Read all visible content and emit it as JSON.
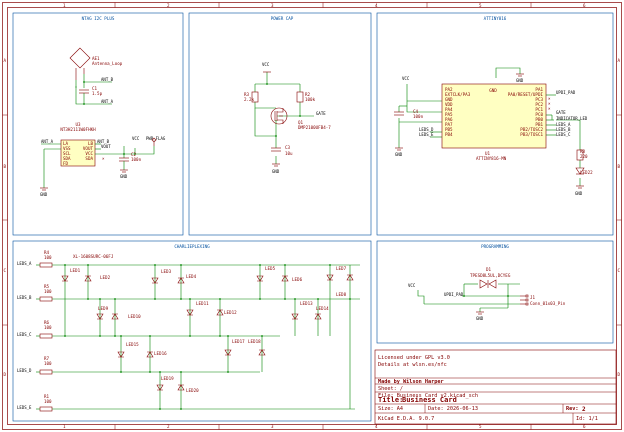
{
  "frame": {
    "col_labels": [
      "1",
      "2",
      "3",
      "4",
      "5",
      "6"
    ],
    "row_labels": [
      "A",
      "B",
      "C",
      "D"
    ]
  },
  "panels": {
    "ntag": {
      "title": "NTAG I2C PLUS",
      "ae1_ref": "AE1",
      "ae1_val": "Antenna_Loop",
      "c1_ref": "C1",
      "c1_val": "1.5p",
      "ant_b": "ANT_B",
      "ant_a": "ANT_A",
      "u3_ref": "U3",
      "u3_val": "NT3H2111W0FHKH",
      "u3_pins_left": [
        "LA",
        "VSS",
        "SCL",
        "SDA",
        "FD"
      ],
      "u3_pins_right": [
        "LB",
        "VOUT",
        "VCC",
        "SDA"
      ],
      "ant_a_label": "ANT_A",
      "ant_b_label": "ANT_B",
      "vcc": "VCC",
      "pwr_flag": "PWR_FLAG",
      "c2_ref": "C2",
      "c2_val": "100n",
      "gnd1": "GND",
      "gnd2": "GND"
    },
    "power": {
      "title": "POWER CAP",
      "vcc": "VCC",
      "r3_ref": "R3",
      "r3_val": "2.2k",
      "r2_ref": "R2",
      "r2_val": "100k",
      "gate": "GATE",
      "q1_ref": "Q1",
      "q1_val": "DMP2100UFB4-7",
      "c3_ref": "C3",
      "c3_val": "10u",
      "gnd": "GND"
    },
    "attiny": {
      "title": "ATTINY816",
      "vcc": "VCC",
      "c4_ref": "C4",
      "c4_val": "100n",
      "gnd_left": "GND",
      "gnd_top": "GND",
      "u1_ref": "U1",
      "u1_val": "ATTINY816-MN",
      "u1_pins_left": [
        "PA2",
        "EXTCLK/PA3",
        "GND",
        "VDD",
        "PA4",
        "PA5",
        "PA6",
        "PA7",
        "PB5",
        "PB4"
      ],
      "u1_pins_right": [
        "PA1",
        "PA0/RESET/UPDI",
        "PC3",
        "PC2",
        "PC1",
        "PC0",
        "PB0",
        "PB1",
        "PB2/TOSC2",
        "PB3/TOSC1"
      ],
      "u1_gnd_pin": "GND",
      "net_left": [
        "LEDS_D",
        "LEDS_E"
      ],
      "net_right": [
        "UPDI_PAD",
        "GATE",
        "INDICATOR_LED",
        "LEDS_A",
        "LEDS_B",
        "LEDS_C"
      ],
      "r8_ref": "R8",
      "r8_val": "220",
      "led22": "LED22",
      "gnd_led": "GND"
    },
    "charlie": {
      "title": "CHARLIEPLEXING",
      "resistors": [
        {
          "ref": "R4",
          "val": "100",
          "net": "LEDS_A"
        },
        {
          "ref": "R5",
          "val": "100",
          "net": "LEDS_B"
        },
        {
          "ref": "R6",
          "val": "100",
          "net": "LEDS_C"
        },
        {
          "ref": "R7",
          "val": "100",
          "net": "LEDS_D"
        },
        {
          "ref": "R1",
          "val": "100",
          "net": "LEDS_E"
        }
      ],
      "led_part": "XL-1608SURC-06FJ",
      "leds": [
        "LED1",
        "LED2",
        "LED9",
        "LED10",
        "LED3",
        "LED4",
        "LED11",
        "LED12",
        "LED17",
        "LED18",
        "LED5",
        "LED6",
        "LED13",
        "LED14",
        "LED19",
        "LED20",
        "LED15",
        "LED16",
        "LED7",
        "LED8"
      ]
    },
    "programming": {
      "title": "PROGRAMMING",
      "d1_ref": "D1",
      "d1_val": "TPESD8L5UL,DCYEG",
      "vcc": "VCC",
      "updi_pad": "UPDI_PAD",
      "j1_ref": "J1",
      "j1_val": "Conn_01x03_Pin",
      "gnd": "GND"
    }
  },
  "title_block": {
    "license1": "Licensed under GPL v3.0",
    "license2": "Details at wlsn.es/nfc",
    "author": "Made by Wilson Harper",
    "sheet_line": "Sheet: /",
    "file_line": "File: Business Card v2.kicad_sch",
    "title_label": "Title:",
    "title": "Business Card",
    "size_label": "Size: A4",
    "date": "Date: 2026-06-13",
    "rev_label": "Rev:",
    "rev": "2",
    "kicad": "KiCad E.D.A. 9.0.7",
    "id": "Id: 1/1"
  }
}
